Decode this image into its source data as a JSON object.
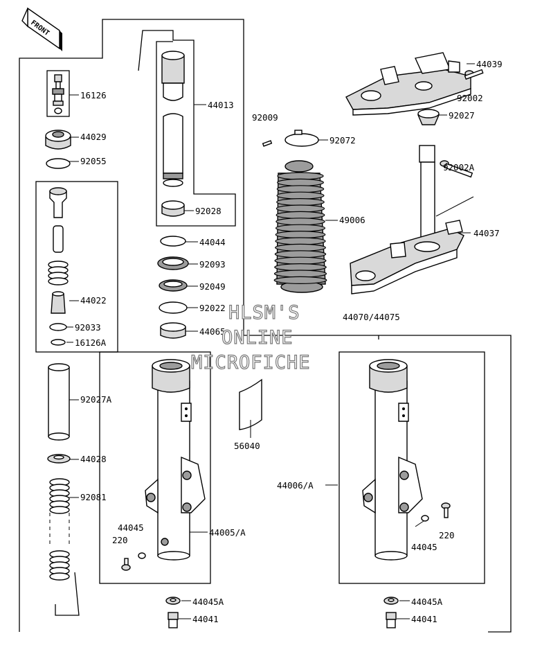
{
  "front_label": "FRONT",
  "watermark": [
    "HLSM'S",
    "ONLINE",
    "MICROFICHE"
  ],
  "group_label": "44070/44075",
  "labels": {
    "p16126": "16126",
    "p44029": "44029",
    "p92055": "92055",
    "p44022": "44022",
    "p92033": "92033",
    "p16126A": "16126A",
    "p92027A": "92027A",
    "p44028": "44028",
    "p92081": "92081",
    "p44013": "44013",
    "p92028": "92028",
    "p44044": "44044",
    "p92093": "92093",
    "p92049": "92049",
    "p92022": "92022",
    "p44065": "44065",
    "p92009": "92009",
    "p92072": "92072",
    "p49006": "49006",
    "p44039": "44039",
    "p92002": "92002",
    "p92027": "92027",
    "p92002A": "92002A",
    "p44037": "44037",
    "p56040": "56040",
    "p44005A": "44005/A",
    "p44006A": "44006/A",
    "p44045L": "44045",
    "p220L": "220",
    "p44045R": "44045",
    "p220R": "220",
    "p44045AL": "44045A",
    "p44041L": "44041",
    "p44045AR": "44045A",
    "p44041R": "44041"
  }
}
